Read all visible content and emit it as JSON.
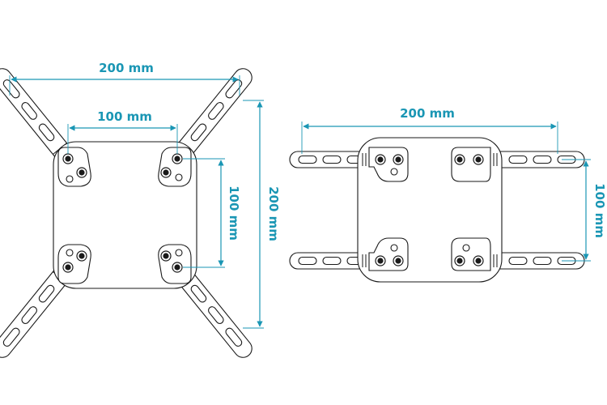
{
  "colors": {
    "dimension": "#1a96b4",
    "ink": "#1a1a1a",
    "background": "#ffffff"
  },
  "left_view": {
    "outer_width": "200 mm",
    "inner_width": "100 mm",
    "inner_height": "100 mm",
    "outer_height": "200 mm"
  },
  "right_view": {
    "width": "200 mm",
    "height": "100 mm"
  }
}
